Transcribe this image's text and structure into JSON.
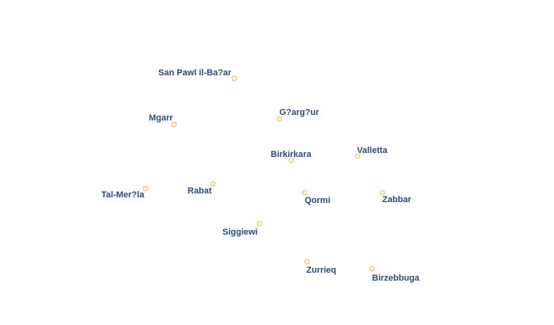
{
  "map": {
    "colors": {
      "label": "#2e4a7a",
      "label_halo": "#ffffff",
      "marker_stroke": "#f3c45f",
      "marker_fill": "#fbfbf3"
    },
    "places": [
      {
        "id": "san-pawl-il-bahar",
        "name": "San Pawl il-Ba?ar"
      },
      {
        "id": "mgarr",
        "name": "Mgarr"
      },
      {
        "id": "gharghur",
        "name": "G?arg?ur"
      },
      {
        "id": "birkirkara",
        "name": "Birkirkara"
      },
      {
        "id": "valletta",
        "name": "Valletta"
      },
      {
        "id": "tal-merhla",
        "name": "Tal-Mer?la"
      },
      {
        "id": "rabat",
        "name": "Rabat"
      },
      {
        "id": "qormi",
        "name": "Qormi"
      },
      {
        "id": "zabbar",
        "name": "Zabbar"
      },
      {
        "id": "siggiewi",
        "name": "Siggiewi"
      },
      {
        "id": "zurrieq",
        "name": "Zurrieq"
      },
      {
        "id": "birzebbuga",
        "name": "Birzebbuga"
      }
    ]
  }
}
